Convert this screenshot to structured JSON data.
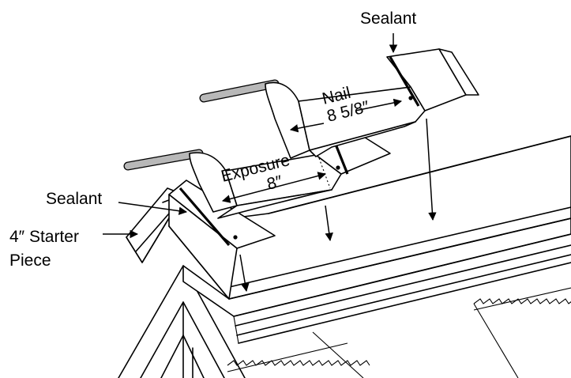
{
  "labels": {
    "sealant_top": "Sealant",
    "sealant_left": "Sealant",
    "starter_line1": "4″ Starter",
    "starter_line2": "Piece",
    "nail_line1": "Nail",
    "nail_line2": "8 5/8″",
    "exposure_line1": "Exposure",
    "exposure_line2": "8″"
  },
  "colors": {
    "line": "#000000",
    "rod_fill": "#b8b8b8",
    "background": "#ffffff"
  }
}
